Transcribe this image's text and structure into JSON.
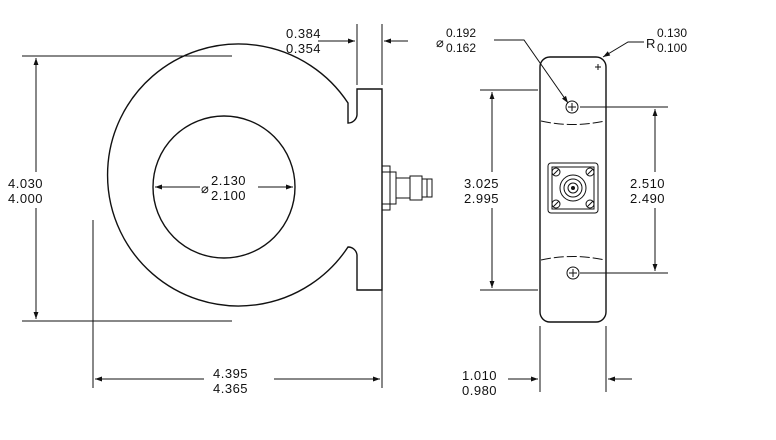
{
  "front_view": {
    "height_dim": {
      "max": "4.030",
      "min": "4.000"
    },
    "width_dim": {
      "max": "4.395",
      "min": "4.365"
    },
    "bore_dim": {
      "symbol": "⌀",
      "max": "2.130",
      "min": "2.100"
    },
    "flange_dim": {
      "max": "0.384",
      "min": "0.354"
    }
  },
  "side_view": {
    "hole_dim": {
      "symbol": "⌀",
      "max": "0.192",
      "min": "0.162"
    },
    "radius_dim": {
      "symbol": "R",
      "max": "0.130",
      "min": "0.100"
    },
    "left_span_dim": {
      "max": "3.025",
      "min": "2.995"
    },
    "right_span_dim": {
      "max": "2.510",
      "min": "2.490"
    },
    "width_dim": {
      "max": "1.010",
      "min": "0.980"
    }
  }
}
